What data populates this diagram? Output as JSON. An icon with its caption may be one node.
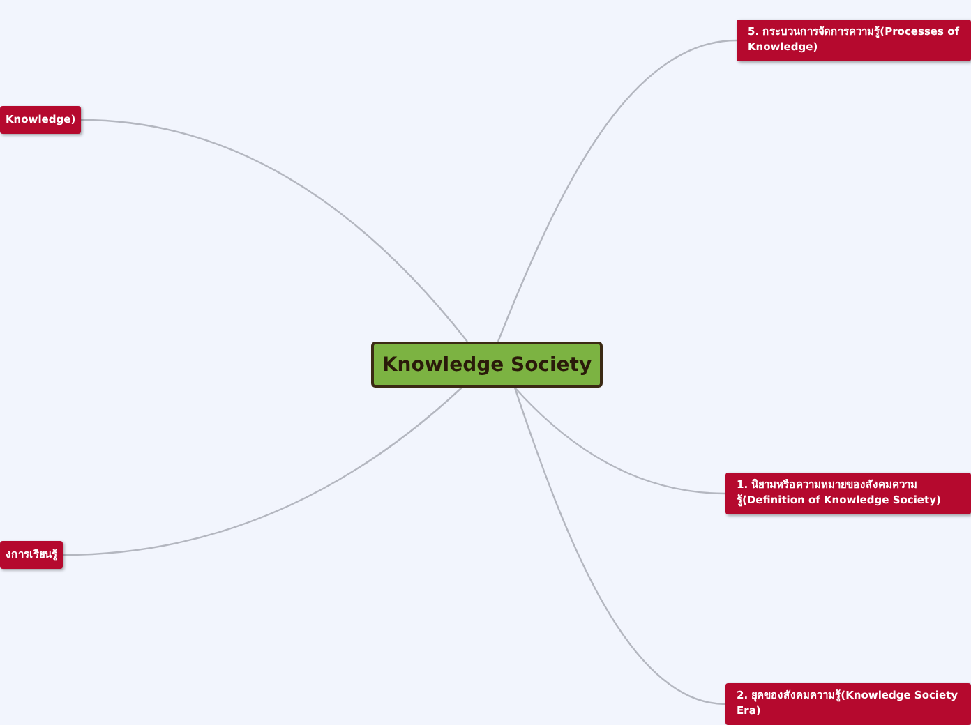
{
  "diagram": {
    "nodes": [
      {
        "text": [
          "Knowledge Society"
        ]
      },
      {
        "text": [
          "5. กระบวนการจัดการความรู้(Processes of Knowledge)"
        ]
      },
      {
        "text": [
          "Knowledge)"
        ]
      },
      {
        "text": [
          "1. นิยามหรือความหมายของสังคมความรู้(Definition of Knowledge Society)"
        ]
      },
      {
        "text": [
          "งการเรียนรู้"
        ]
      },
      {
        "text": [
          "2. ยุคของสังคมความรู้(Knowledge Society Era)"
        ]
      }
    ],
    "edges": [
      {
        "from": 0,
        "to": 1,
        "arrow": "none"
      },
      {
        "from": 0,
        "to": 2,
        "arrow": "none"
      },
      {
        "from": 0,
        "to": 3,
        "arrow": "none"
      },
      {
        "from": 0,
        "to": 4,
        "arrow": "none"
      },
      {
        "from": 0,
        "to": 5,
        "arrow": "none"
      }
    ]
  }
}
